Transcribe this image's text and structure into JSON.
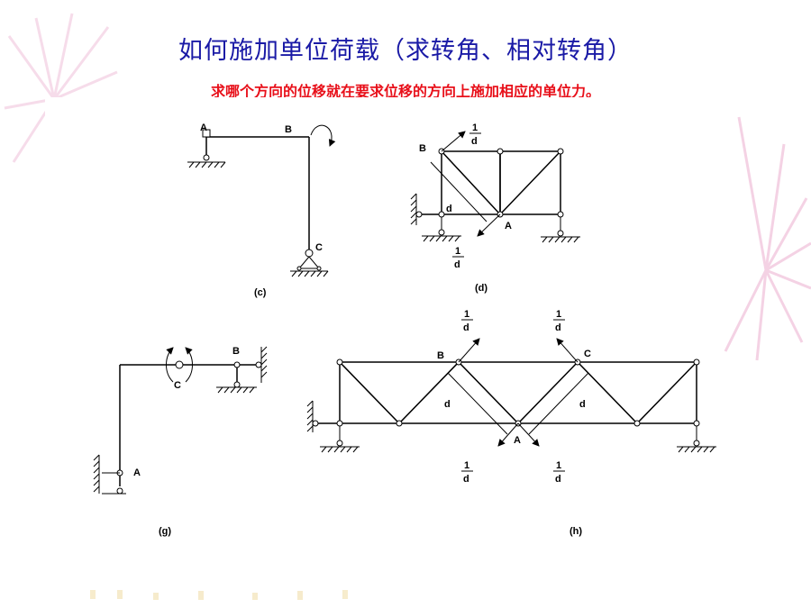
{
  "slide": {
    "title": "如何施加单位荷载（求转角、相对转角）",
    "subtitle": "求哪个方向的位移就在要求位移的方向上施加相应的单位力。"
  },
  "colors": {
    "title": "#1a1aa6",
    "subtitle": "#e8101a",
    "decor": "#e79cc4"
  },
  "figures": {
    "c": {
      "caption": "(c)",
      "labels": {
        "a": "A",
        "b": "B",
        "c": "C"
      }
    },
    "d": {
      "caption": "(d)",
      "labels": {
        "a": "A",
        "b": "B",
        "d": "d"
      },
      "load": {
        "num": "1",
        "den": "d"
      }
    },
    "g": {
      "caption": "(g)",
      "labels": {
        "a": "A",
        "b": "B",
        "c": "C"
      }
    },
    "h": {
      "caption": "(h)",
      "labels": {
        "a": "A",
        "b": "B",
        "c": "C",
        "d1": "d",
        "d2": "d"
      },
      "load": {
        "num": "1",
        "den": "d"
      }
    }
  }
}
